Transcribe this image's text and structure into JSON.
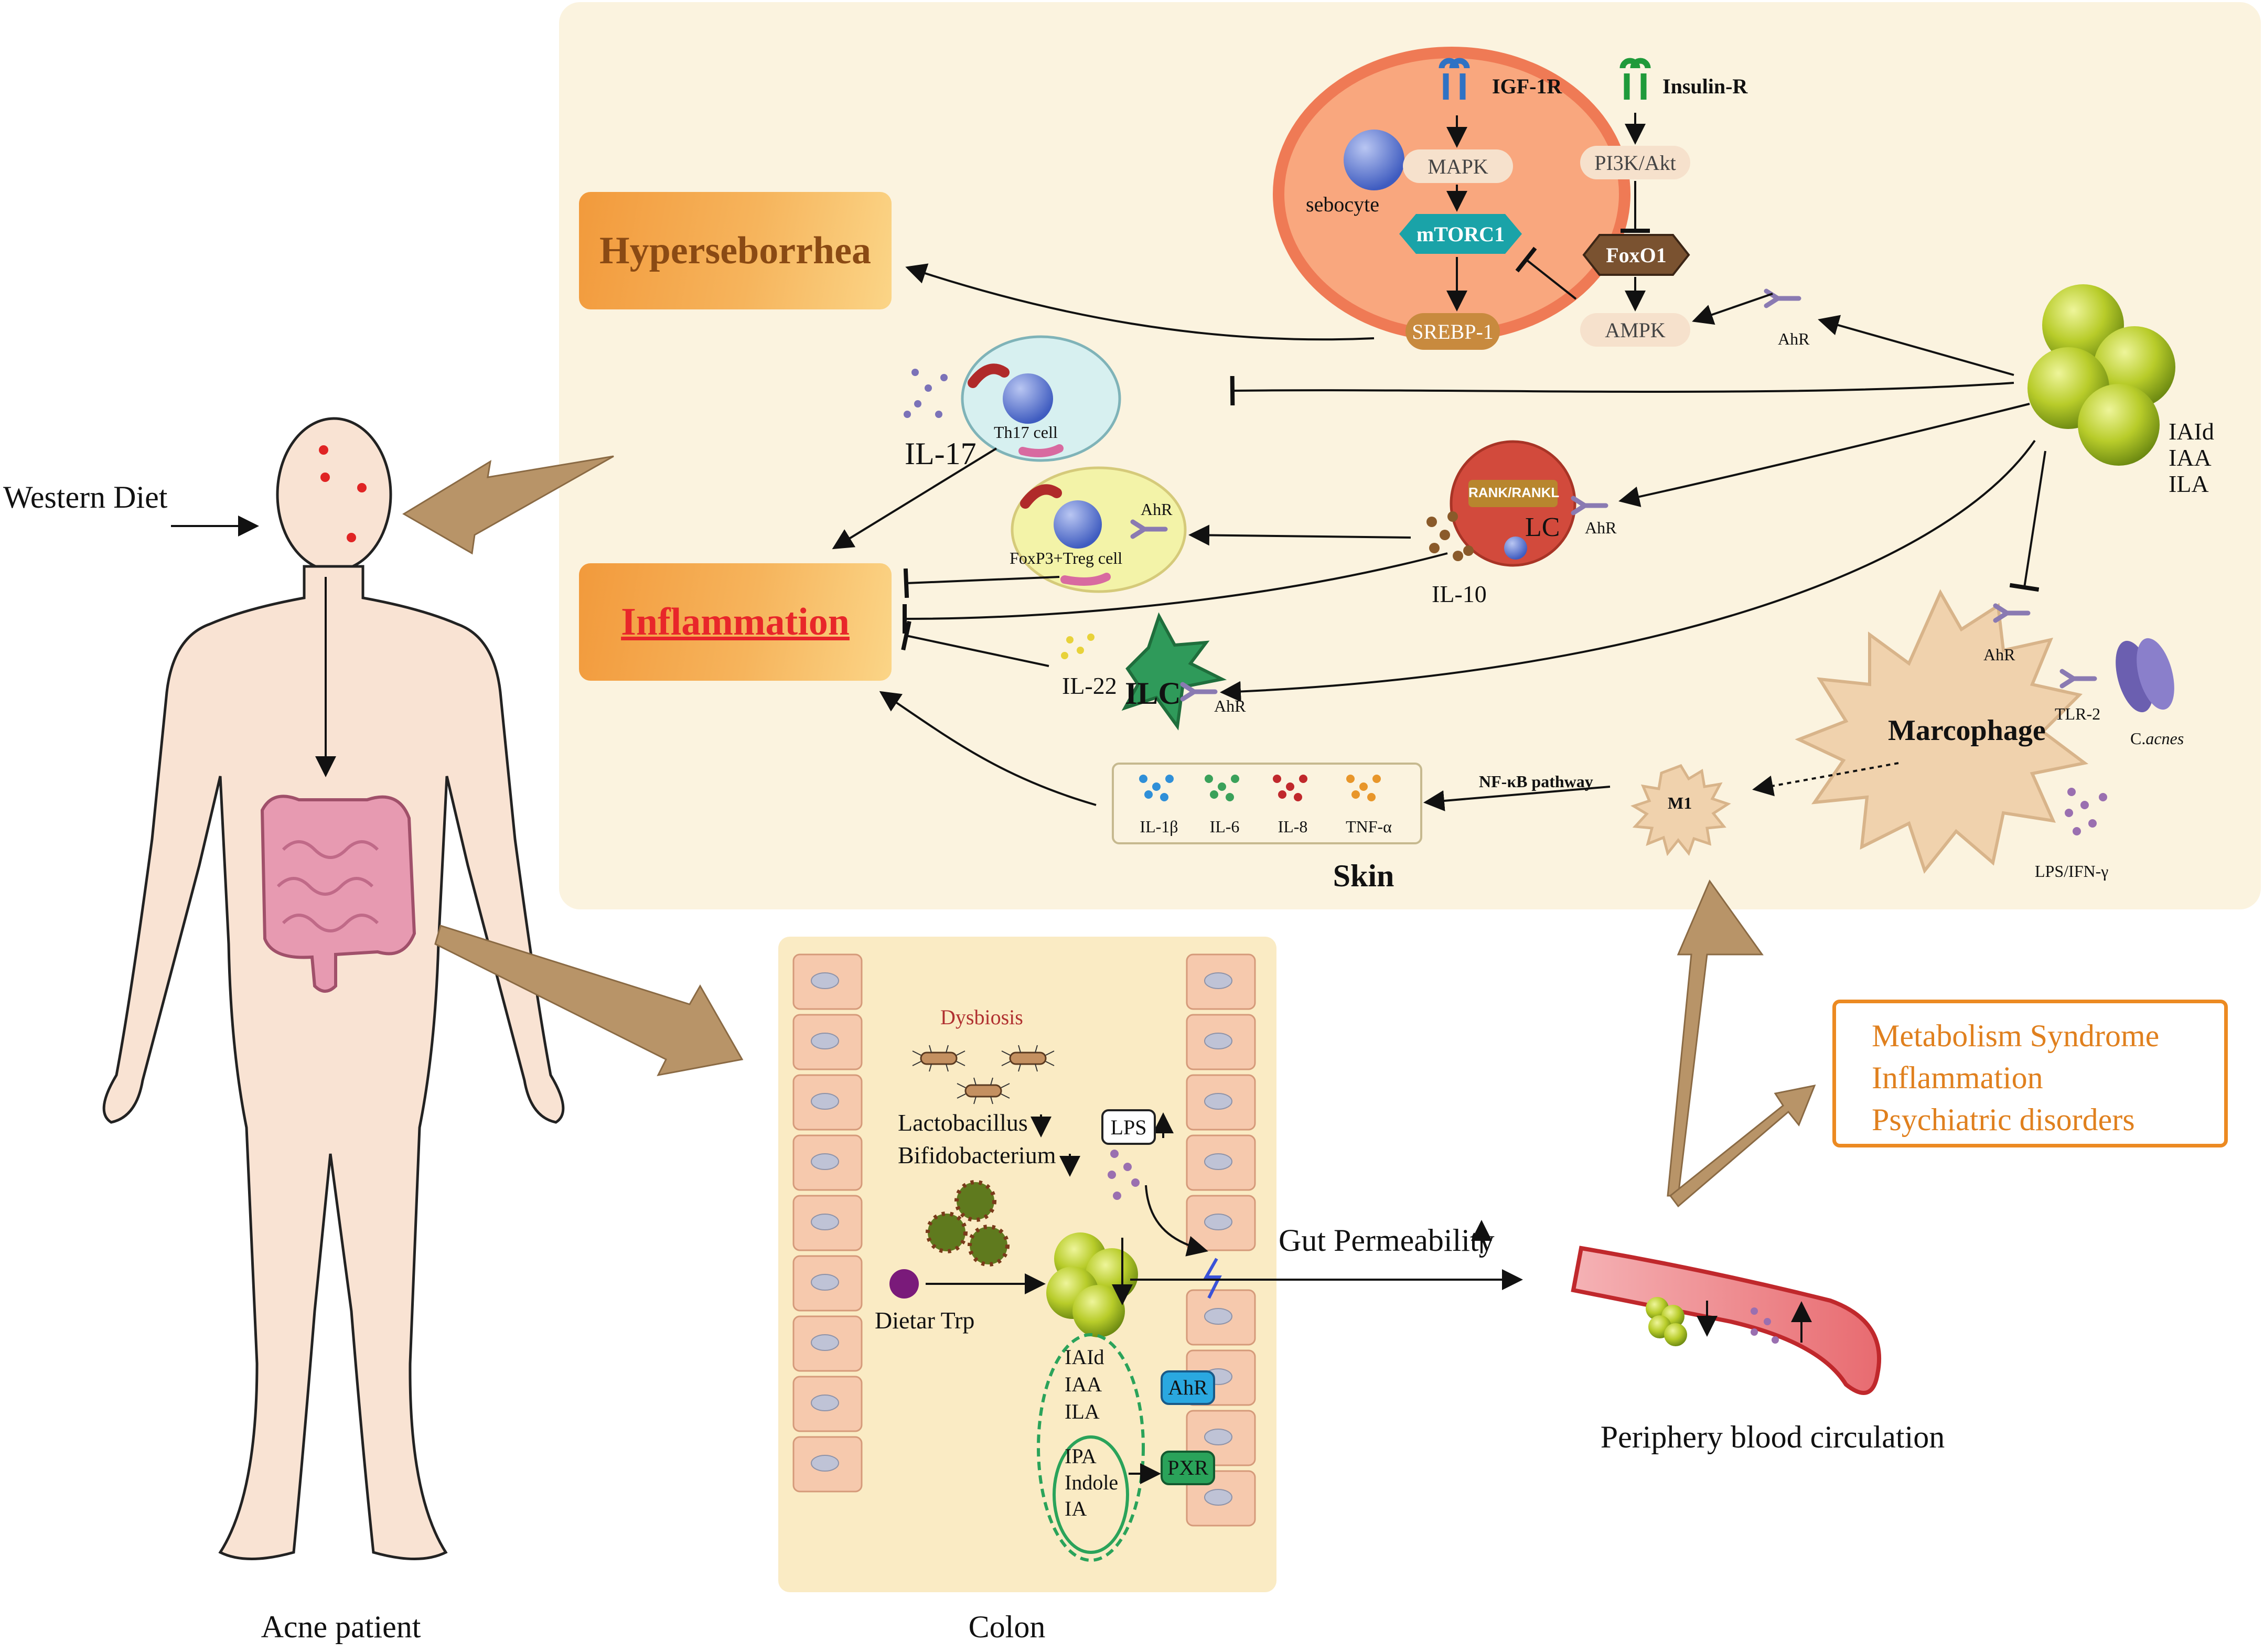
{
  "panels": {
    "skin": "Skin",
    "colon": "Colon",
    "blood": "Periphery blood circulation",
    "patient": "Acne patient"
  },
  "left": {
    "diet": "Western Diet"
  },
  "boxes": {
    "hyperseborrhea": "Hyperseborrhea",
    "inflammation": "Inflammation"
  },
  "sebocyte": {
    "igf": "IGF-1R",
    "insulin": "Insulin-R",
    "cell": "sebocyte",
    "mapk": "MAPK",
    "pi3k": "PI3K/Akt",
    "mtorc1": "mTORC1",
    "foxo1": "FoxO1",
    "srebp": "SREBP-1",
    "ampk": "AMPK",
    "ahr": "AhR"
  },
  "immune": {
    "il17": "IL-17",
    "th17": "Th17 cell",
    "treg": "FoxP3+Treg cell",
    "treg_ahr": "AhR",
    "rank": "RANK/RANKL",
    "lc": "LC",
    "lc_ahr": "AhR",
    "il10": "IL-10",
    "il22": "IL-22",
    "ilc": "ILC",
    "ilc_ahr": "AhR"
  },
  "metabolites": [
    "IAId",
    "IAA",
    "ILA"
  ],
  "macrophage": {
    "name": "Marcophage",
    "ahr": "AhR",
    "tlr2": "TLR-2",
    "cacnes_prefix": "C.",
    "cacnes_species": "acnes",
    "lps": "LPS/IFN-γ",
    "m1": "M1",
    "nfkb": "NF-κB pathway"
  },
  "cytokines": [
    "IL-1β",
    "IL-6",
    "IL-8",
    "TNF-α"
  ],
  "colon": {
    "dysbiosis": "Dysbiosis",
    "lacto": "Lactobacillus",
    "bifido": "Bifidobacterium",
    "lps": "LPS",
    "trp": "Dietar Trp",
    "gut": "Gut Permeability",
    "group1": [
      "IAId",
      "IAA",
      "ILA"
    ],
    "group2": [
      "IPA",
      "Indole",
      "IA"
    ],
    "ahr": "AhR",
    "pxr": "PXR"
  },
  "outcomes": [
    "Metabolism Syndrome",
    "Inflammation",
    "Psychiatric disorders"
  ],
  "colors": {
    "skin_panel": "#fbf3df",
    "colon_panel": "#faebc4",
    "sebocyte_fill": "#f9a77e",
    "sebocyte_border": "#ef7a55",
    "box_orange": "#f5aa50",
    "inflammation_text": "#e8262a",
    "outcome_orange": "#ec8a22",
    "brown_arrow": "#b89468",
    "green_ball": "#b5c928"
  }
}
